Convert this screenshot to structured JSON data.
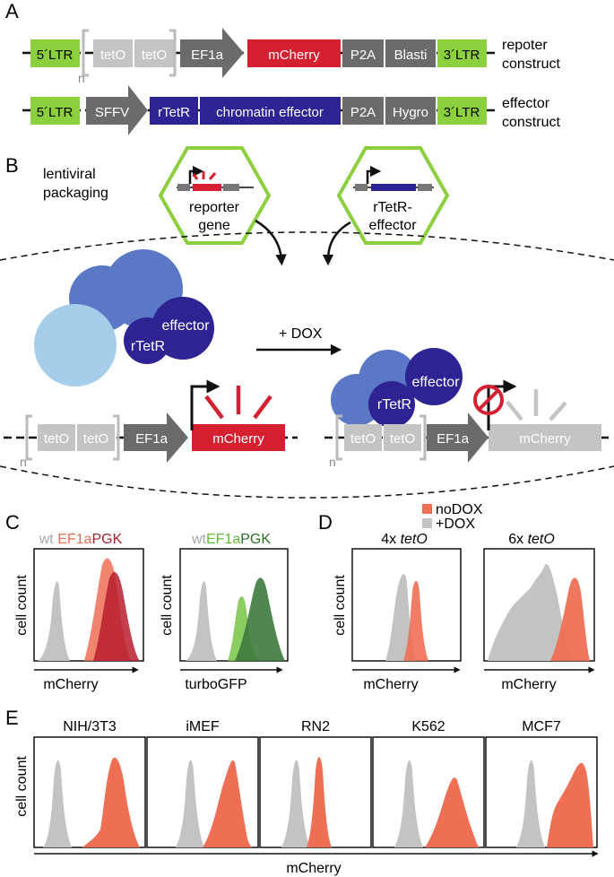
{
  "panels": {
    "a": "A",
    "b": "B",
    "c": "C",
    "d": "D",
    "e": "E"
  },
  "constructs": {
    "ltr5": "5´LTR",
    "ltr3": "3´LTR",
    "teto": "tetO",
    "n": "n",
    "ef1a": "EF1a",
    "mcherry": "mCherry",
    "p2a": "P2A",
    "blasti": "Blasti",
    "hygro": "Hygro",
    "sffv": "SFFV",
    "rtetr": "rTetR",
    "chromatin_effector": "chromatin effector",
    "reporter_label_1": "repoter",
    "reporter_label_2": "construct",
    "effector_label_1": "effector",
    "effector_label_2": "construct"
  },
  "packaging": {
    "label_1": "lentiviral",
    "label_2": "packaging",
    "reporter_1": "reporter",
    "reporter_2": "gene",
    "effector_1": "rTetR-",
    "effector_2": "effector"
  },
  "mechanism": {
    "effector": "effector",
    "rtetr": "rTetR",
    "dox": "+ DOX",
    "teto": "tetO",
    "ef1a": "EF1a",
    "mcherry": "mCherry",
    "n": "n"
  },
  "panel_c": {
    "plot1_wt": "wt",
    "plot1_ef1a": "EF1a",
    "plot1_pgk": "PGK",
    "plot1_xlabel": "mCherry",
    "plot2_wt": "wt",
    "plot2_ef1a": "EF1a",
    "plot2_pgk": "PGK",
    "plot2_xlabel": "turboGFP",
    "ylabel": "cell count"
  },
  "panel_d": {
    "legend_nodox": "noDOX",
    "legend_dox": "+DOX",
    "title1_prefix": "4x",
    "title1_italic": "tetO",
    "title2_prefix": "6x",
    "title2_italic": "tetO",
    "xlabel": "mCherry",
    "ylabel": "cell count"
  },
  "panel_e": {
    "titles": [
      "NIH/3T3",
      "iMEF",
      "RN2",
      "K562",
      "MCF7"
    ],
    "xlabel": "mCherry",
    "ylabel": "cell count"
  },
  "colors": {
    "ltr_green": "#8ccf3f",
    "mcherry_red": "#d42031",
    "effector_blue": "#2e2393",
    "gray_dark": "#6b6b6b",
    "gray_light": "#c4c4c4",
    "hist_red": "#ef6f55",
    "hist_gray": "#c3c3c3"
  }
}
